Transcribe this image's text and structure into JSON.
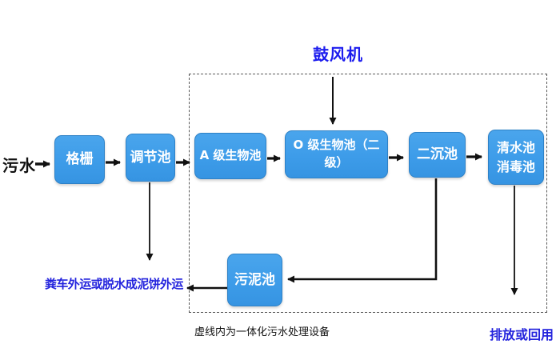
{
  "diagram": {
    "title_caption": "虚线内为一体化污水处理设备",
    "influent_label": "污水",
    "blower_label": "鼓风机",
    "nodes": {
      "grid": "格栅",
      "regulating_tank": "调节池",
      "a_bio_tank": "A 级生物池",
      "o_bio_tank": "O 级生物池（二级）",
      "secondary_sedimentation": "二沉池",
      "clear_water_line1": "清水池",
      "clear_water_line2": "消毒池",
      "sludge_tank": "污泥池"
    },
    "outputs": {
      "sludge_disposal": "粪车外运或脱水成泥饼外运",
      "discharge_reuse": "排放或回用"
    },
    "colors": {
      "node_fill": "#3d9ce9",
      "node_border": "#2e81c6",
      "node_text": "#ffffff",
      "accent_text_blue": "#2424dd",
      "arrow_black": "#111111",
      "dashed_border": "#595959",
      "background": "#ffffff"
    }
  }
}
